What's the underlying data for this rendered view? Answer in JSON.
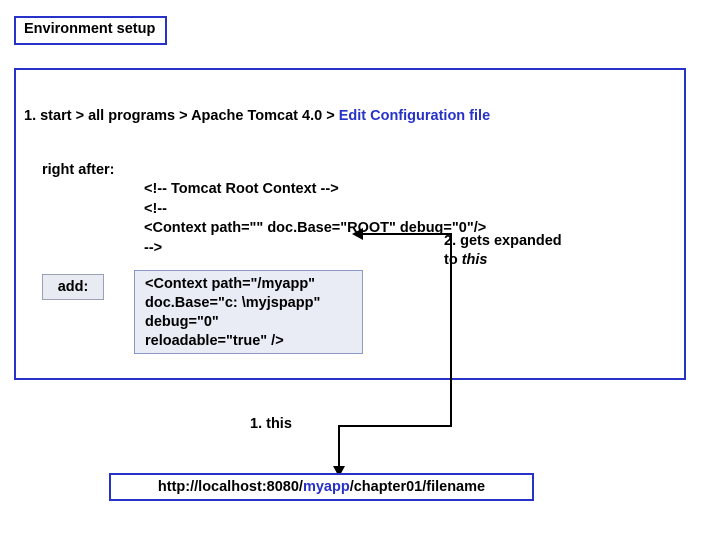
{
  "title": "Environment setup",
  "step1": {
    "prefix": "1. start > all programs > Apache Tomcat 4.0 > ",
    "highlight": "Edit Configuration file"
  },
  "right_after_label": "right after:",
  "code_snippet": "<!-- Tomcat Root Context -->\n<!--\n<Context path=\"\" doc.Base=\"ROOT\" debug=\"0\"/>\n-->",
  "add_label": "add:",
  "context_snippet": "<Context path=\"/myapp\"\ndoc.Base=\"c: \\myjspapp\"\ndebug=\"0\"\nreloadable=\"true\" />",
  "expanded": {
    "line1": "2. gets expanded",
    "line2_prefix": "to ",
    "line2_italic": "this"
  },
  "this_label": "1. this",
  "url": {
    "before": "http://localhost:8080/",
    "highlight": "myapp",
    "after": "/chapter01/filename"
  }
}
